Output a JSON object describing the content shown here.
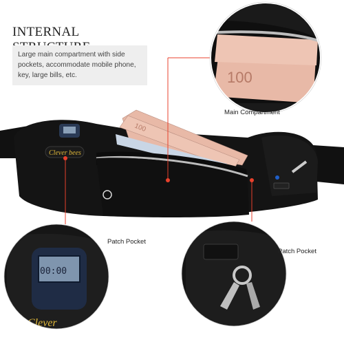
{
  "header": {
    "title": "INTERNAL STRUCTURE",
    "description": "Large main compartment with side pockets, accommodate mobile phone, key, large bills, etc."
  },
  "product": {
    "brand_text": "Clever bees",
    "callouts": {
      "main": "Main Compartment",
      "patch_left": "Patch Pocket",
      "patch_right": "Patch Pocket"
    }
  },
  "colors": {
    "accent": "#e8412c",
    "bag": "#141414",
    "reflective_trim": "#bdbdbd",
    "banknote": "#e8b9a7"
  },
  "icons": [
    "earphone-hole-icon",
    "stopwatch-icon",
    "keys-icon",
    "banknote-icon"
  ]
}
